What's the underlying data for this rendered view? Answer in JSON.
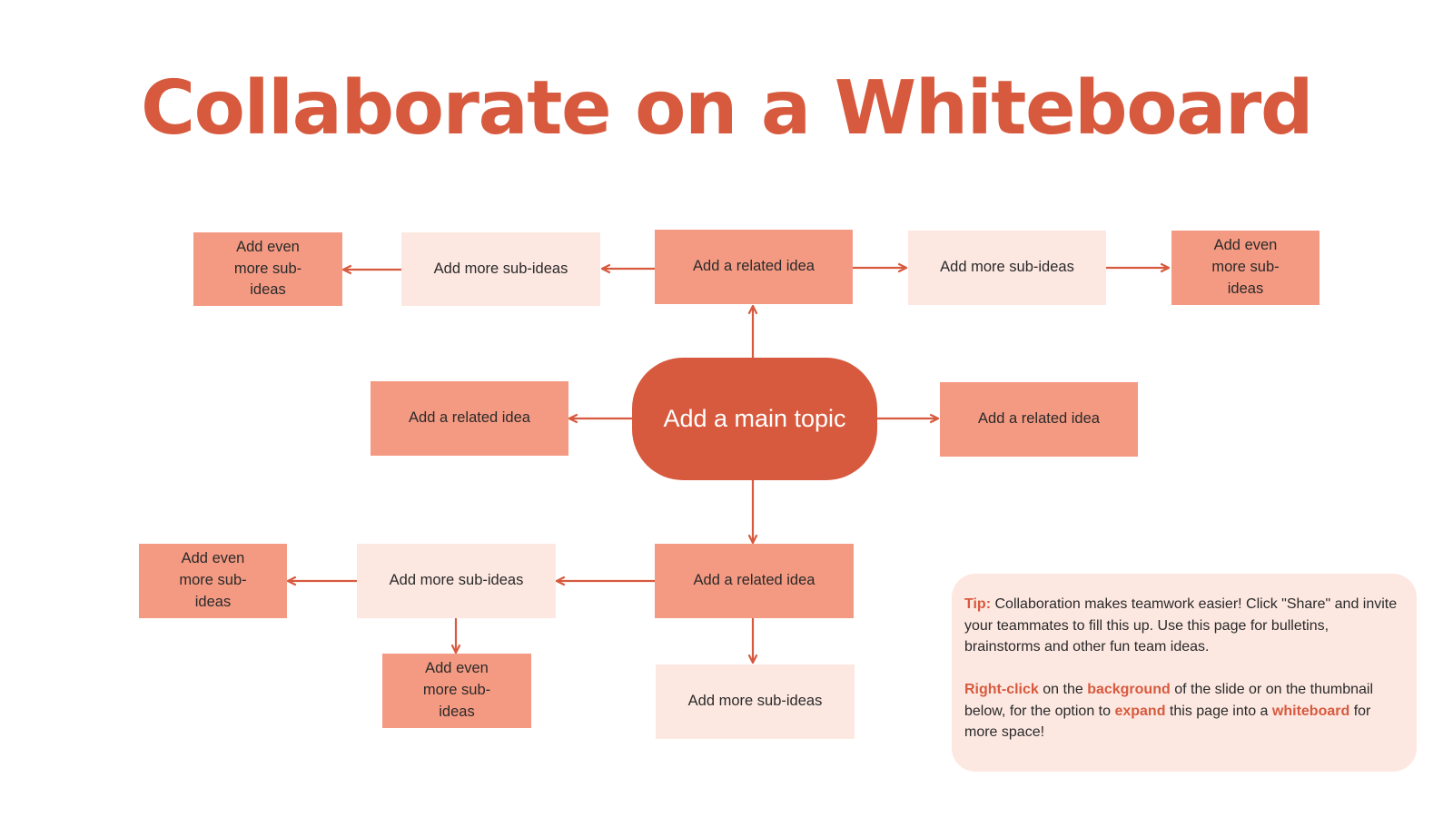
{
  "title": "Collaborate on a Whiteboard",
  "colors": {
    "accent": "#d75a3e",
    "node_dark": "#f59a82",
    "node_light": "#fde8e1",
    "tip_background": "#fde8e1"
  },
  "diagram": {
    "main_topic": "Add a main topic",
    "top": {
      "related": "Add a related idea",
      "left_sub": "Add more sub-ideas",
      "left_even": "Add even more sub-ideas",
      "right_sub": "Add more sub-ideas",
      "right_even": "Add even more sub-ideas"
    },
    "left": {
      "related": "Add a related idea"
    },
    "right": {
      "related": "Add a related idea"
    },
    "bottom": {
      "related": "Add a related idea",
      "below_sub": "Add more sub-ideas",
      "left_sub": "Add more sub-ideas",
      "left_even": "Add even more sub-ideas",
      "below_even": "Add even more sub-ideas"
    }
  },
  "tip": {
    "label": "Tip:",
    "text1": "Collaboration makes teamwork easier! Click \"Share\" and invite your teammates to fill this up. Use this page for bulletins, brainstorms and other fun team ideas.",
    "right_click": "Right-click",
    "on_the": "on the",
    "background": "background",
    "of_slide": "of the slide or on the thumbnail below, for the option to",
    "expand": "expand",
    "this_page": "this page into a",
    "whiteboard": "whiteboard",
    "for_more": "for more space!"
  }
}
